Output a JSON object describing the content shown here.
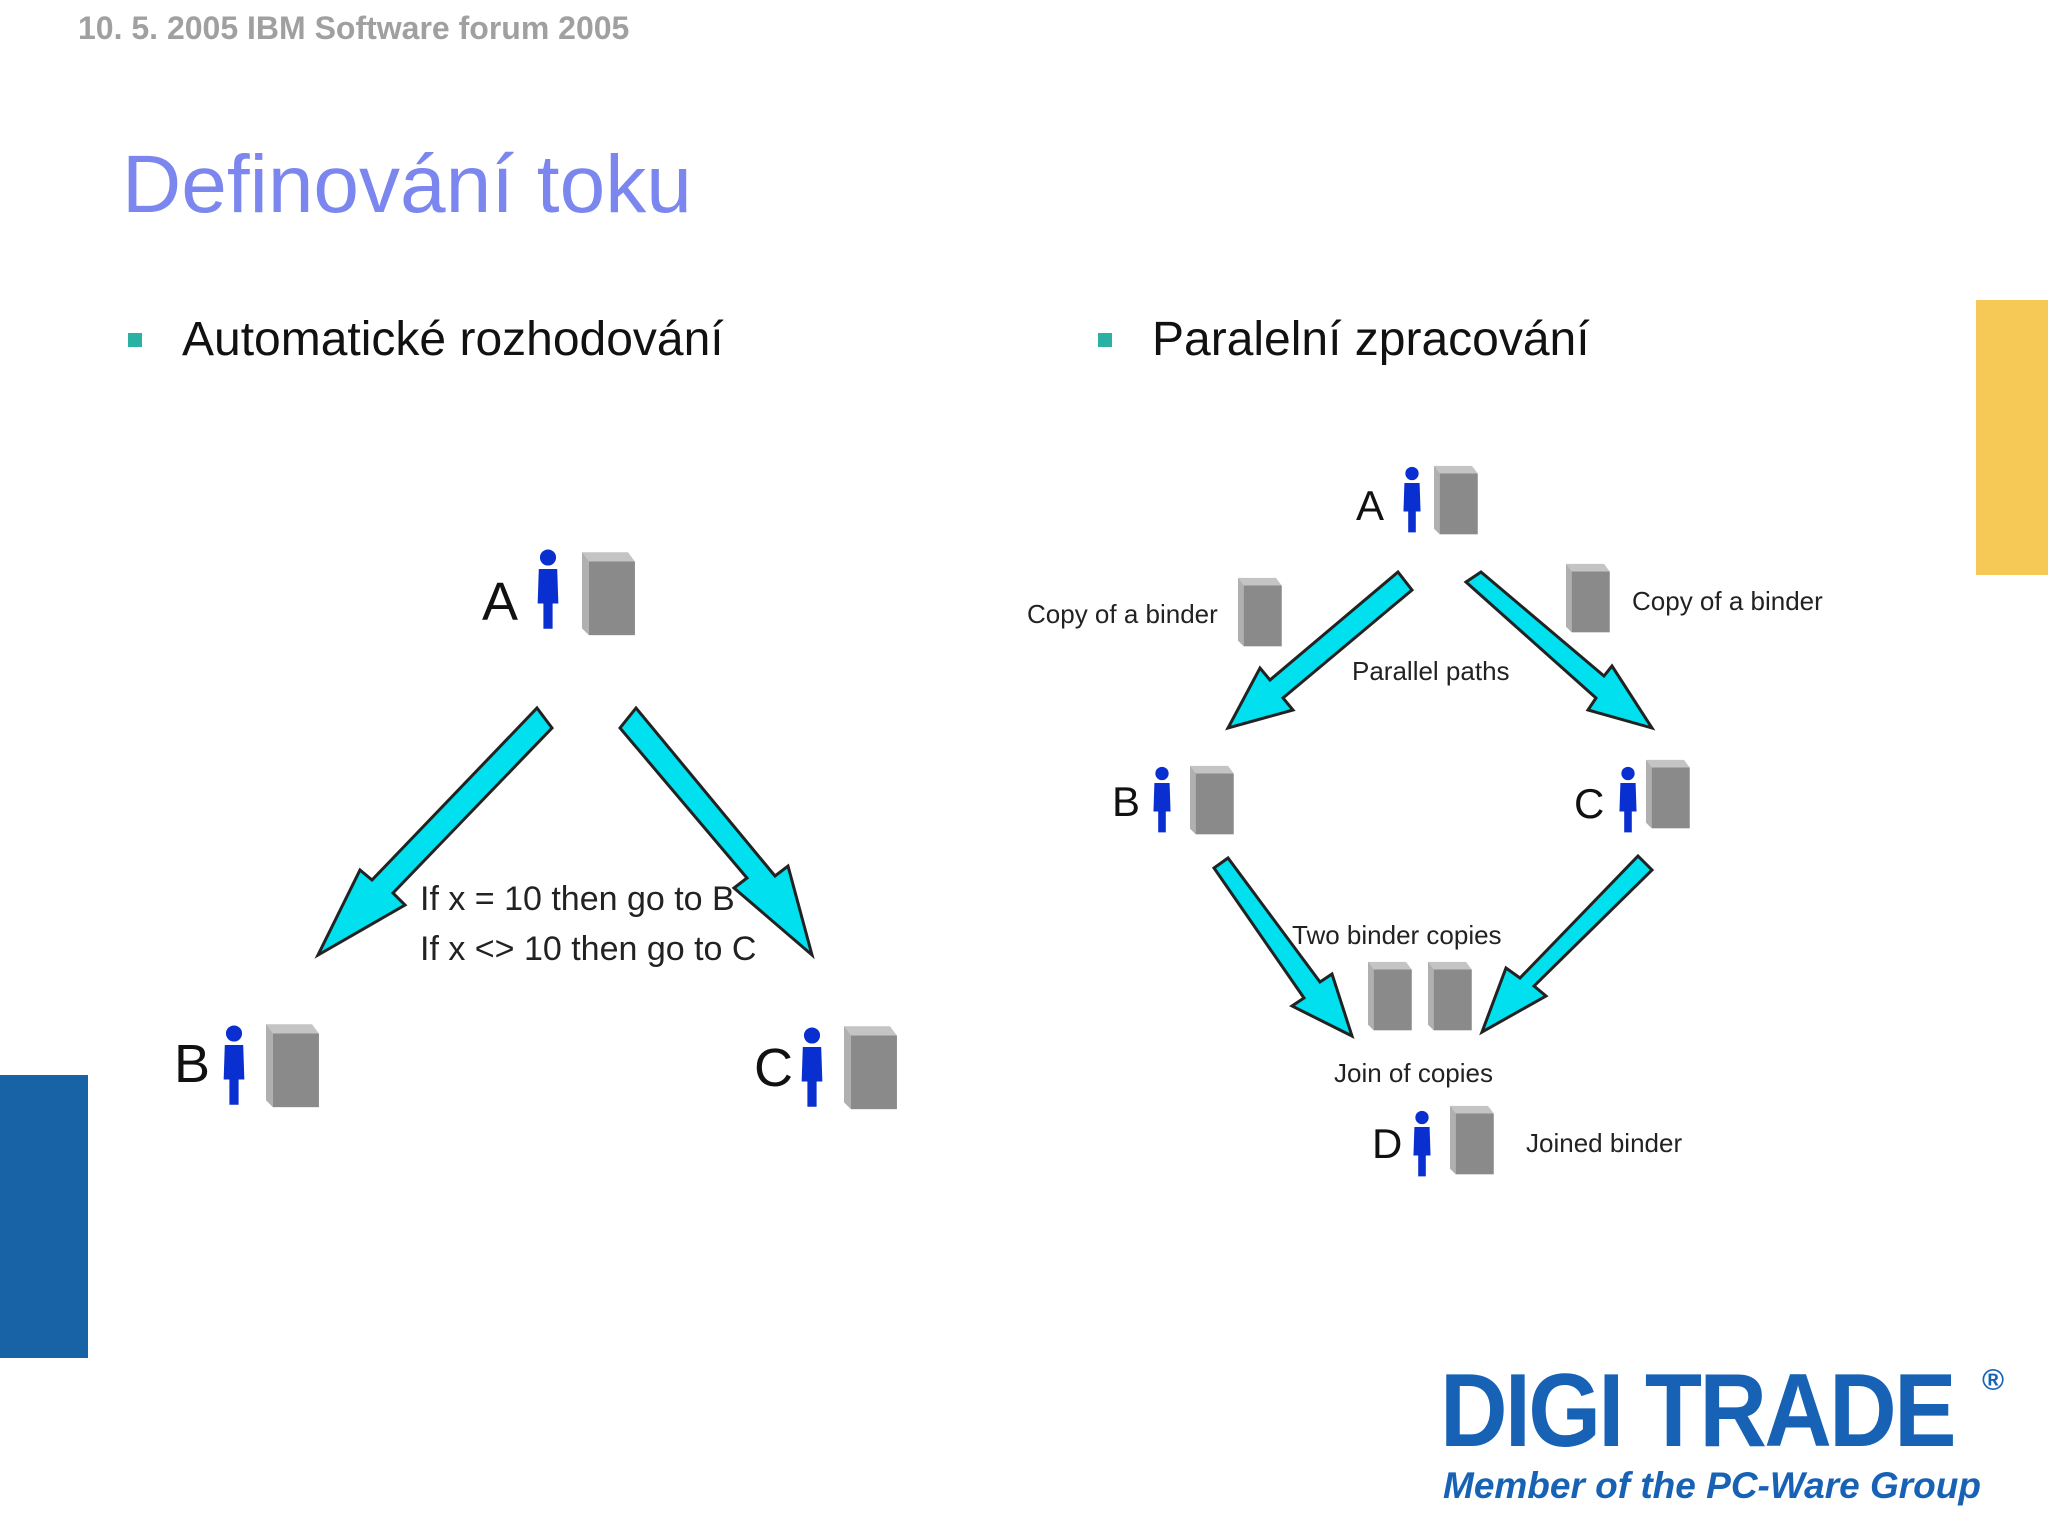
{
  "header": {
    "meta": "10. 5. 2005 IBM Software forum 2005"
  },
  "slide": {
    "title": "Definování toku"
  },
  "bullets": {
    "left": "Automatické rozhodování",
    "right": "Paralelní zpracování"
  },
  "left_diagram": {
    "node_a": "A",
    "node_b": "B",
    "node_c": "C",
    "rule_1": "If x = 10 then go to B",
    "rule_2": "If x <> 10 then go to C"
  },
  "right_diagram": {
    "node_a": "A",
    "node_b": "B",
    "node_c": "C",
    "node_d": "D",
    "copy_left": "Copy of a binder",
    "copy_right": "Copy of a binder",
    "parallel_paths": "Parallel paths",
    "two_copies": "Two binder copies",
    "join": "Join of copies",
    "joined": "Joined binder"
  },
  "logo": {
    "name": "DIGI TRADE",
    "registered": "®",
    "tagline": "Member of the PC-Ware Group"
  },
  "colors": {
    "title": "#7b86ee",
    "bullet_marker": "#2bb0a4",
    "arrow": "#00e0ee",
    "person": "#0a2fd0",
    "binder": "#8a8a8a",
    "logo": "#1862b5",
    "bar_yellow": "#f6c957",
    "bar_blue": "#1863a5"
  }
}
